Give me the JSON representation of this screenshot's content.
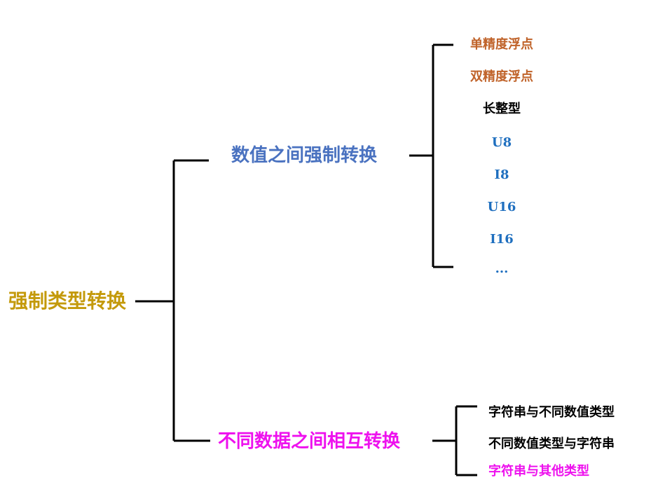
{
  "colors": {
    "root": "#c49a0b",
    "branch_numeric": "#4a72c0",
    "branch_mutual": "#ee11ee",
    "leaf_orange": "#c0632a",
    "leaf_black": "#000000",
    "leaf_blue": "#1f6fbf",
    "leaf_magenta": "#ee11ee",
    "line": "#000000"
  },
  "root": {
    "label": "强制类型转换"
  },
  "branches": [
    {
      "label": "数值之间强制转换",
      "children": [
        {
          "label": "单精度浮点",
          "color": "#c0632a"
        },
        {
          "label": "双精度浮点",
          "color": "#c0632a"
        },
        {
          "label": "长整型",
          "color": "#000000"
        },
        {
          "label": "U8",
          "color": "#1f6fbf"
        },
        {
          "label": "I8",
          "color": "#1f6fbf"
        },
        {
          "label": "U16",
          "color": "#1f6fbf"
        },
        {
          "label": "I16",
          "color": "#1f6fbf"
        },
        {
          "label": "...",
          "color": "#1f6fbf"
        }
      ]
    },
    {
      "label": "不同数据之间相互转换",
      "children": [
        {
          "label": "字符串与不同数值类型",
          "color": "#000000"
        },
        {
          "label": "不同数值类型与字符串",
          "color": "#000000"
        },
        {
          "label": "字符串与其他类型",
          "color": "#ee11ee"
        }
      ]
    }
  ]
}
